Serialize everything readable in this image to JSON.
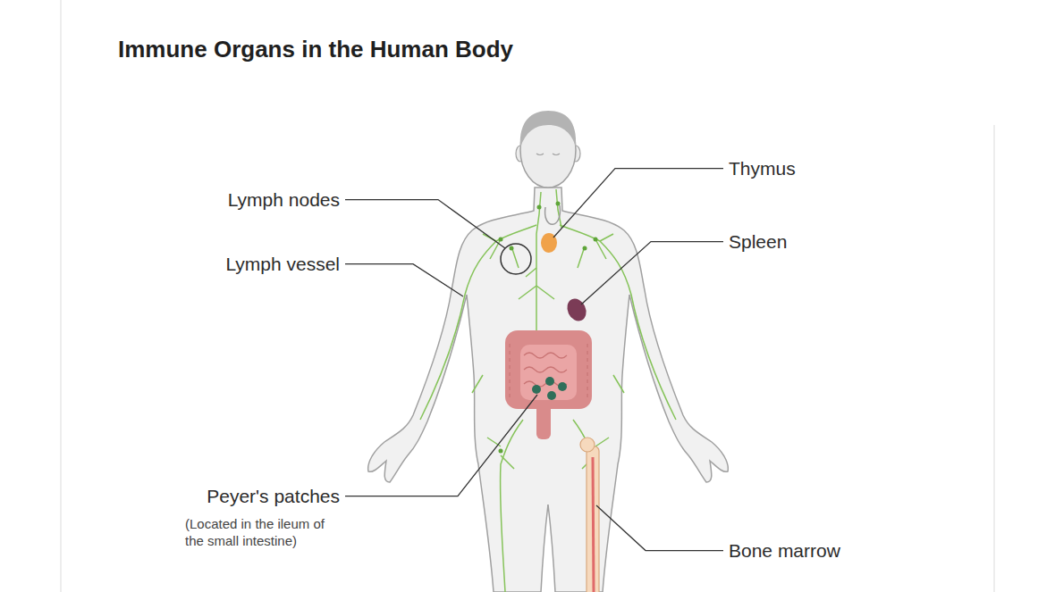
{
  "diagram": {
    "title": "Immune Organs in the Human Body",
    "labels": [
      "Lymph nodes",
      "Lymph vessel",
      "Thymus",
      "Spleen",
      "Peyer's patches",
      "(Located in the ileum of the small intestine)",
      "Bone marrow"
    ]
  }
}
